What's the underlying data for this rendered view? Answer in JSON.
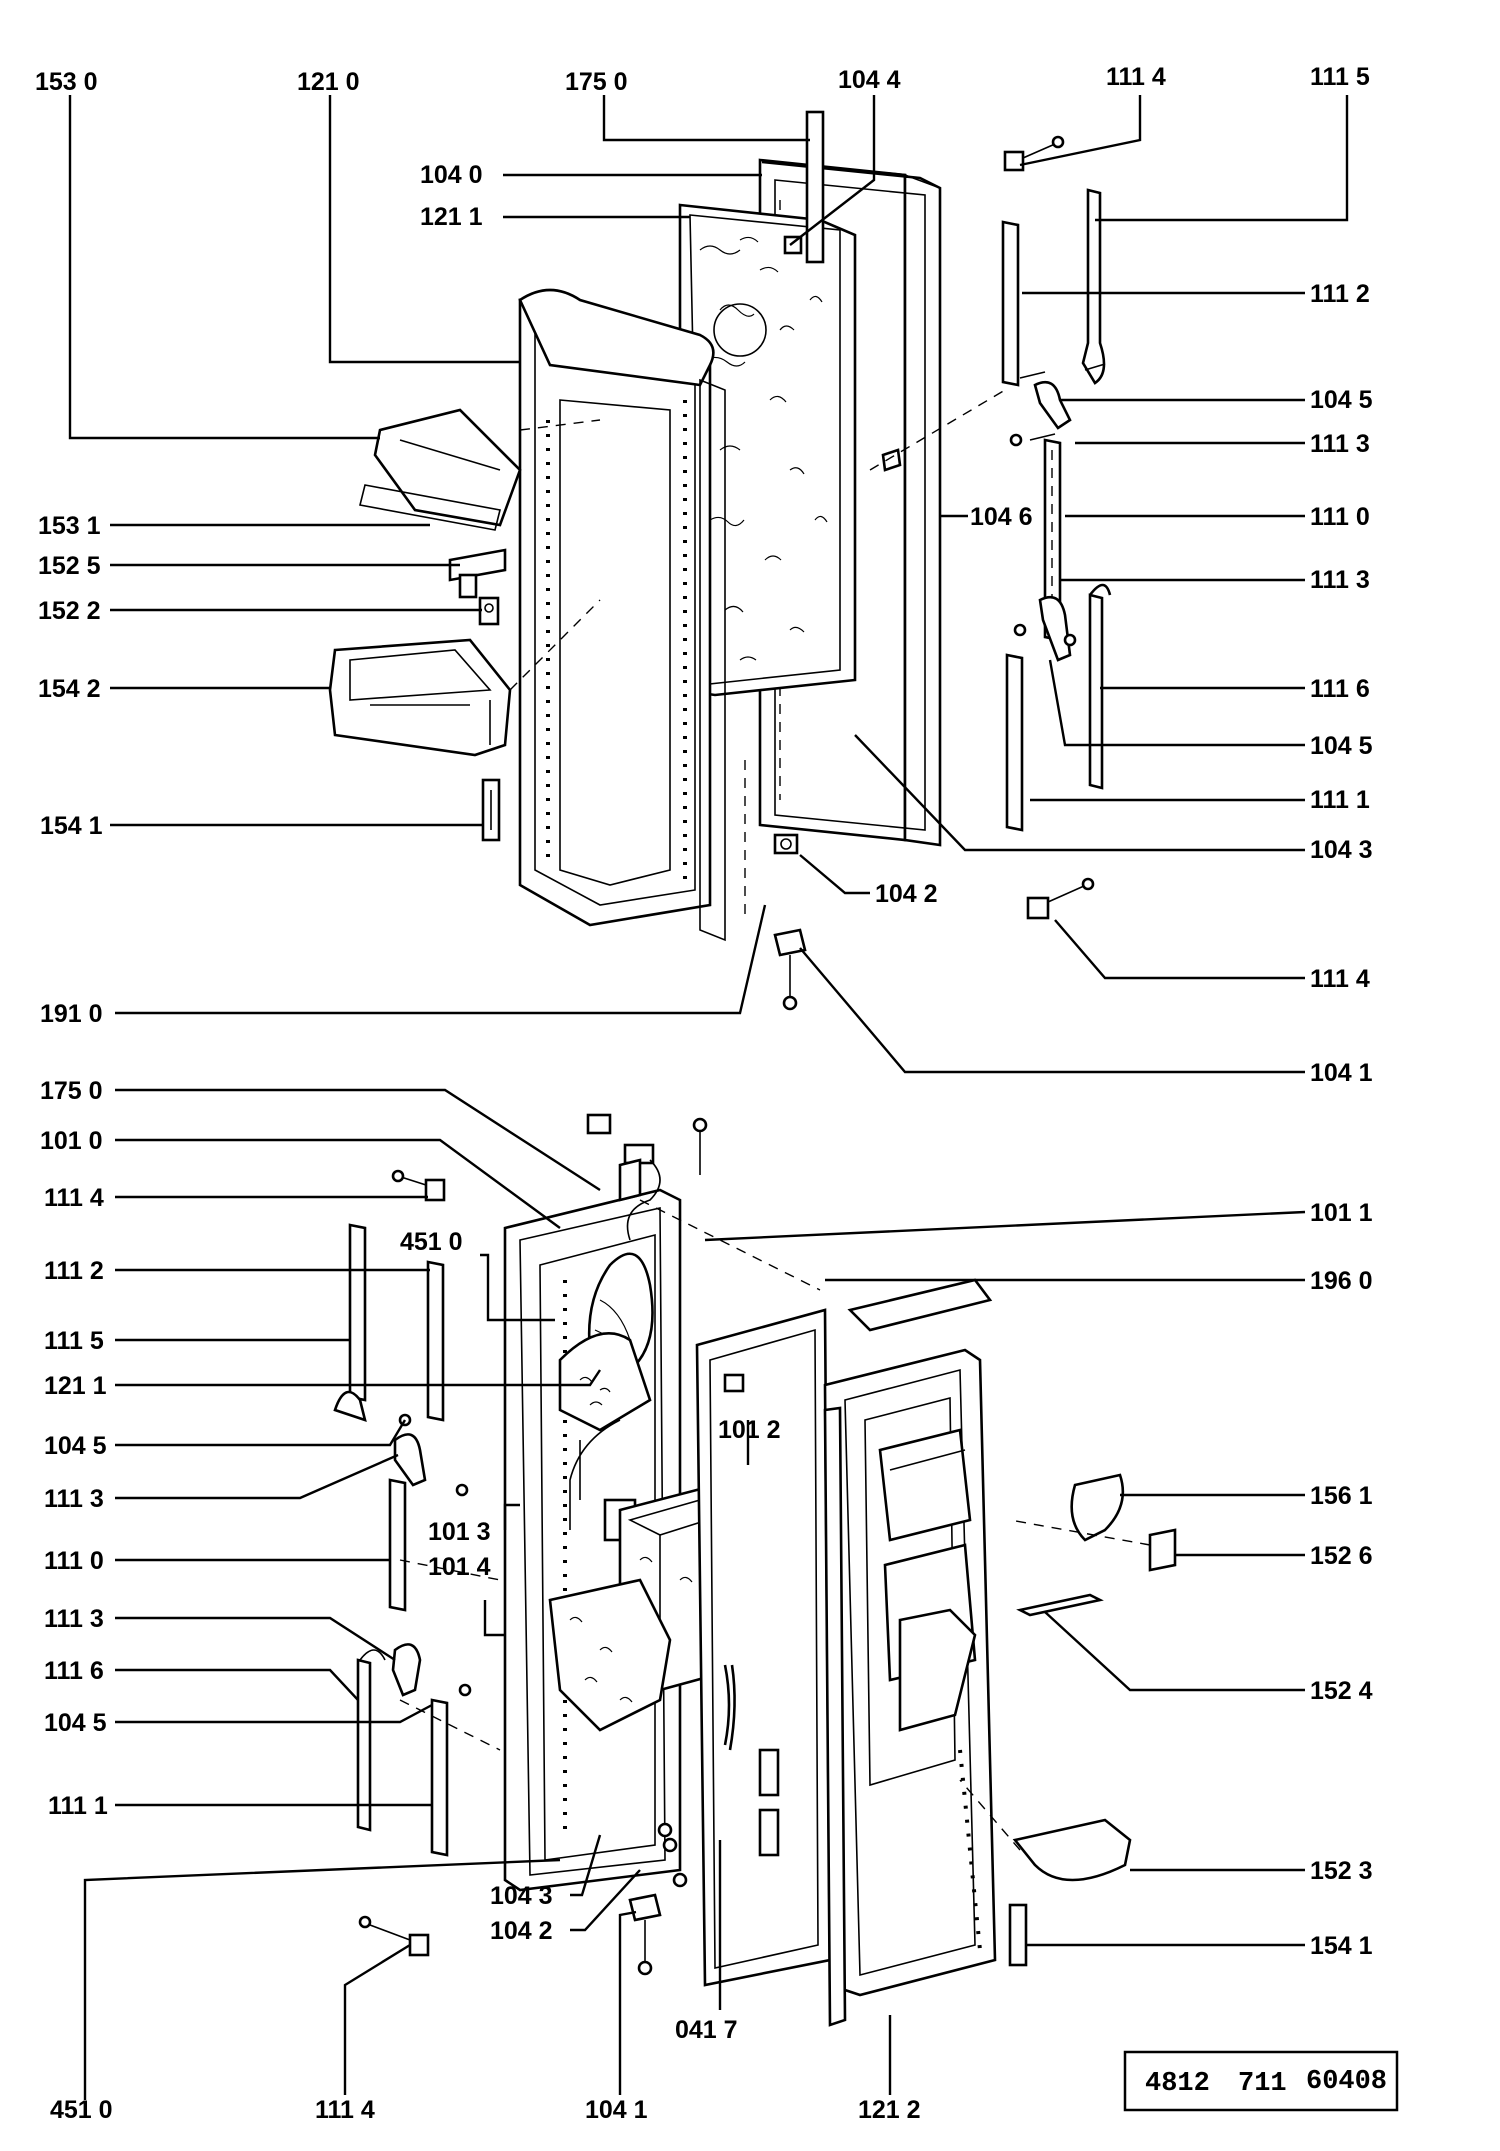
{
  "labels": {
    "l_1530": "153 0",
    "l_1210": "121 0",
    "l_1750_top": "175 0",
    "l_1044": "104 4",
    "l_1114_top": "111 4",
    "l_1115": "111 5",
    "l_1040": "104 0",
    "l_1211_top": "121 1",
    "l_1112_top": "111 2",
    "l_1045_a": "104 5",
    "l_1113_a": "111 3",
    "l_1046": "104 6",
    "l_1110_top": "111 0",
    "l_1113_b": "111 3",
    "l_1116_top": "111 6",
    "l_1045_b": "104 5",
    "l_1111_top": "111 1",
    "l_1043_top": "104 3",
    "l_1042_top": "104 2",
    "l_1114_mid": "111 4",
    "l_1041_top": "104 1",
    "l_1531": "153 1",
    "l_1525": "152 5",
    "l_1522": "152 2",
    "l_1542": "154 2",
    "l_1541_left": "154 1",
    "l_1910": "191 0",
    "l_1750_bot": "175 0",
    "l_1010": "101 0",
    "l_1114_bl": "111 4",
    "l_4510_mid": "451 0",
    "l_1112_bot": "111 2",
    "l_1115_bot": "111 5",
    "l_1211_bot": "121 1",
    "l_1045_c": "104 5",
    "l_1113_c": "111 3",
    "l_1013": "101 3",
    "l_1014": "101 4",
    "l_1110_bot": "111 0",
    "l_1113_d": "111 3",
    "l_1116_bot": "111 6",
    "l_1045_d": "104 5",
    "l_1111_bot": "111 1",
    "l_1011": "101 1",
    "l_1960": "196 0",
    "l_1012": "101 2",
    "l_1561": "156 1",
    "l_1526": "152 6",
    "l_1524": "152 4",
    "l_1523": "152 3",
    "l_1541_right": "154 1",
    "l_1043_bot": "104 3",
    "l_1042_bot": "104 2",
    "l_0417": "041 7",
    "l_4510_bot": "451 0",
    "l_1114_bot": "111 4",
    "l_1041_bot": "104 1",
    "l_1212": "121 2"
  },
  "reference": {
    "part1": "4812",
    "part2": "711",
    "part3": "60408"
  }
}
